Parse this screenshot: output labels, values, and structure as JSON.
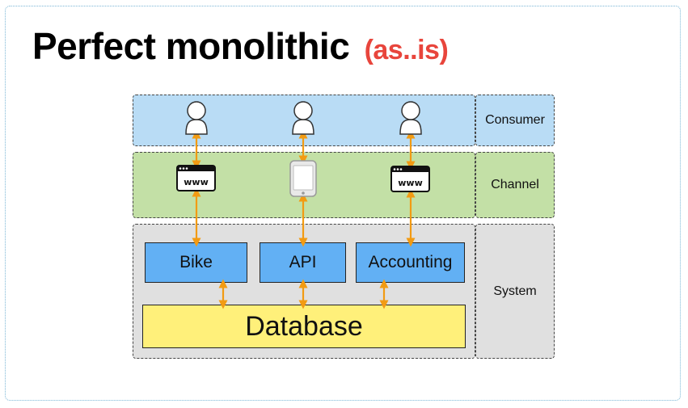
{
  "title": {
    "main": "Perfect monolithic",
    "sub": "(as..is)"
  },
  "layers": {
    "consumer": "Consumer",
    "channel": "Channel",
    "system": "System"
  },
  "services": {
    "bike": "Bike",
    "api": "API",
    "accounting": "Accounting"
  },
  "database": "Database",
  "icons": {
    "consumers": [
      "user-icon",
      "user-icon",
      "user-icon"
    ],
    "channels": [
      "browser-www-icon",
      "mobile-phone-icon",
      "browser-www-icon"
    ],
    "browser_text": "www"
  },
  "colors": {
    "consumer_band": "#b9dcf5",
    "channel_band": "#c3e0a6",
    "system_band": "#e0e0e0",
    "service": "#62b0f4",
    "database": "#fff07a",
    "arrow": "#f29b13",
    "title_sub": "#e8453c"
  }
}
